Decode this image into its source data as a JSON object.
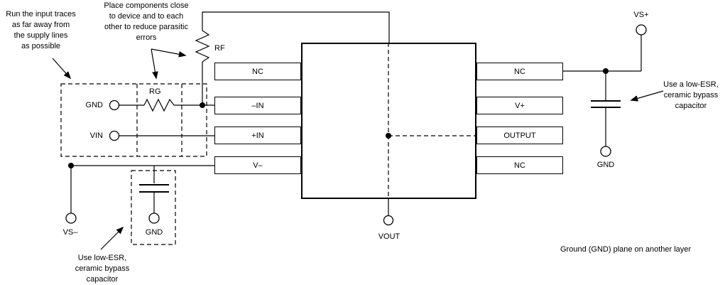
{
  "annotations": {
    "run_input_traces": "Run the input traces\nas far away from\nthe supply lines\nas possible",
    "place_components": "Place components close\nto device and to each\nother to reduce parasitic\nerrors",
    "bypass_right": "Use a low-ESR,\nceramic bypass\ncapacitor",
    "bypass_bottom": "Use low-ESR,\nceramic bypass\ncapacitor",
    "ground_plane": "Ground (GND) plane on another layer"
  },
  "labels": {
    "rf": "RF",
    "rg": "RG",
    "gnd_left": "GND",
    "vin": "VIN",
    "vs_plus": "VS+",
    "gnd_right": "GND",
    "vs_minus": "VS–",
    "gnd_bottom": "GND",
    "vout": "VOUT"
  },
  "ic": {
    "left_pins": [
      "NC",
      "–IN",
      "+IN",
      "V–"
    ],
    "right_pins": [
      "NC",
      "V+",
      "OUTPUT",
      "NC"
    ]
  },
  "colors": {
    "line": "#000000",
    "background": "#ffffff"
  }
}
